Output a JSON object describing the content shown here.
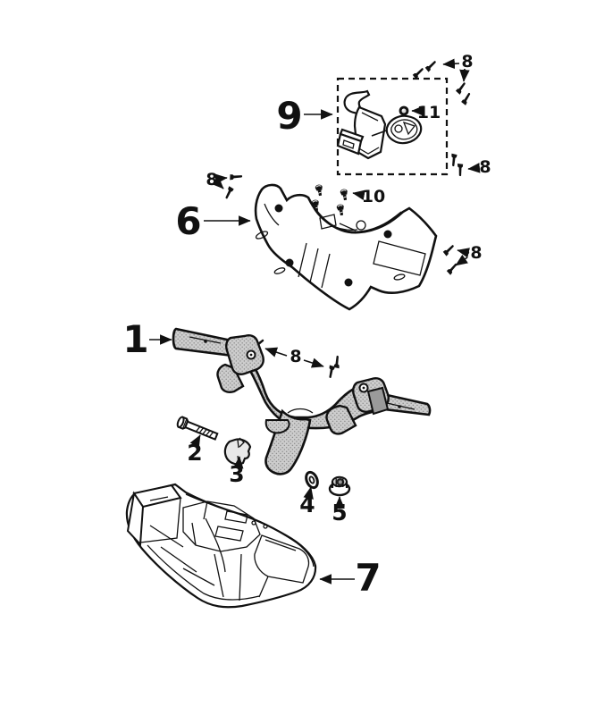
{
  "page": {
    "background": "#ffffff",
    "ink": "#111111",
    "metal_fill": "#cdcdcd",
    "stipple_dot": "#8e8e8e"
  },
  "callouts": [
    {
      "id": "handlebar",
      "label": "1"
    },
    {
      "id": "clamp-bolt",
      "label": "2"
    },
    {
      "id": "bushing",
      "label": "3"
    },
    {
      "id": "washer",
      "label": "4"
    },
    {
      "id": "flange-nut",
      "label": "5"
    },
    {
      "id": "inner-cover",
      "label": "6"
    },
    {
      "id": "lower-cover",
      "label": "7"
    },
    {
      "id": "screws-top-right",
      "label": "8"
    },
    {
      "id": "screws-box-right",
      "label": "8"
    },
    {
      "id": "screws-cover-left",
      "label": "8"
    },
    {
      "id": "screws-cover-right",
      "label": "8"
    },
    {
      "id": "screws-handlebar",
      "label": "8"
    },
    {
      "id": "bracket-assembly",
      "label": "9"
    },
    {
      "id": "cover-screws",
      "label": "10"
    },
    {
      "id": "bracket-nut",
      "label": "11"
    }
  ]
}
